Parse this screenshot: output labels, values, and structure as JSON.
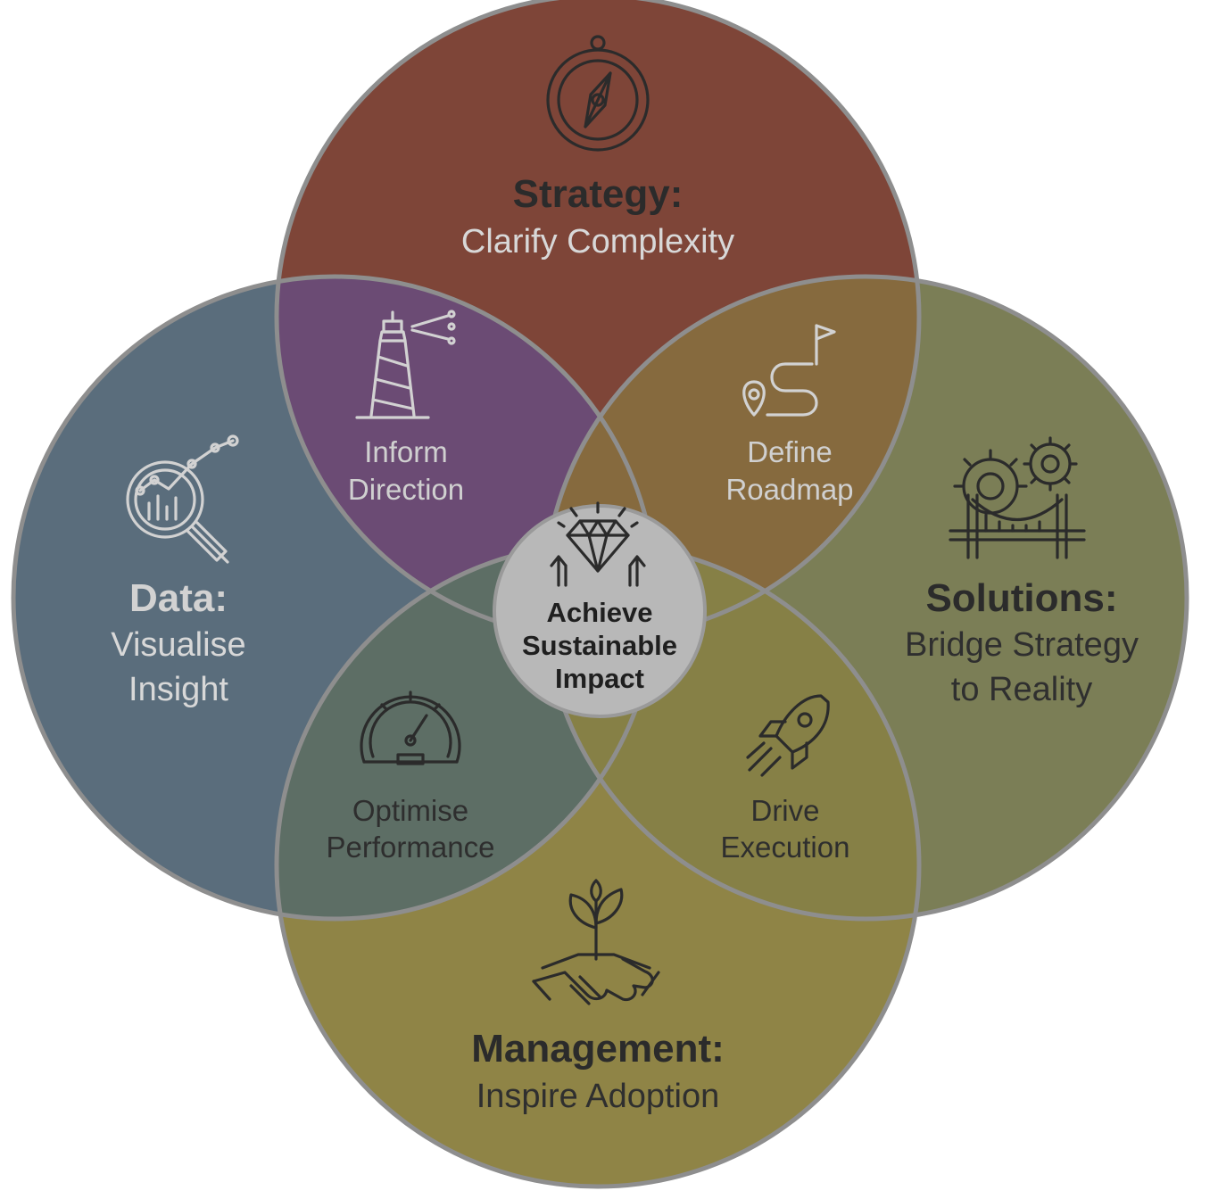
{
  "colors": {
    "strategy": "#7e4538",
    "data": "#5a6d7c",
    "solutions": "#7b7e56",
    "management": "#8f8446",
    "inform": "#6b4b74",
    "define": "#866a3e",
    "optimise": "#5d6e65",
    "drive": "#868046",
    "center": "#b8b8b8",
    "outline": "#8e8e8e"
  },
  "strategy": {
    "title": "Strategy:",
    "subtitle": "Clarify Complexity",
    "icon": "compass-icon"
  },
  "data_circle": {
    "title": "Data:",
    "line1": "Visualise",
    "line2": "Insight",
    "icon": "analytics-magnifier-icon"
  },
  "solutions": {
    "title": "Solutions:",
    "line1": "Bridge Strategy",
    "line2": "to Reality",
    "icon": "gears-bridge-icon"
  },
  "management": {
    "title": "Management:",
    "subtitle": "Inspire Adoption",
    "icon": "handshake-sprout-icon"
  },
  "overlaps": {
    "inform": {
      "line1": "Inform",
      "line2": "Direction",
      "icon": "lighthouse-icon"
    },
    "define": {
      "line1": "Define",
      "line2": "Roadmap",
      "icon": "route-flag-icon"
    },
    "optimise": {
      "line1": "Optimise",
      "line2": "Performance",
      "icon": "speedometer-icon"
    },
    "drive": {
      "line1": "Drive",
      "line2": "Execution",
      "icon": "rocket-icon"
    }
  },
  "center": {
    "line1": "Achieve",
    "line2": "Sustainable",
    "line3": "Impact",
    "icon": "diamond-icon"
  }
}
